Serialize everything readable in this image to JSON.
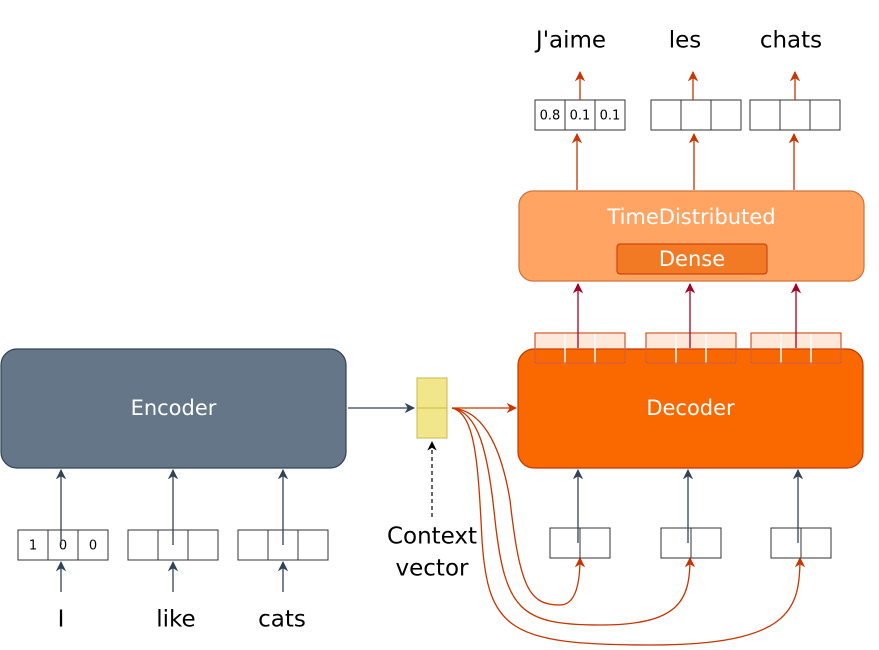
{
  "colors": {
    "encoder_fill": "#647687",
    "encoder_stroke": "#314354",
    "decoder_fill": "#fa6800",
    "decoder_stroke": "#c73500",
    "timedist_fill": "#ffa463",
    "timedist_stroke": "#d0733a",
    "dense_fill": "#f27a25",
    "context_fill": "#f2e68a",
    "context_stroke": "#c8b84a",
    "arrow_dark": "#314354",
    "arrow_orange": "#c73500",
    "arrow_red": "#a20025"
  },
  "encoder": {
    "label": "Encoder",
    "inputs": [
      {
        "word": "I",
        "cells": [
          "1",
          "0",
          "0"
        ]
      },
      {
        "word": "like",
        "cells": [
          "",
          "",
          ""
        ]
      },
      {
        "word": "cats",
        "cells": [
          "",
          "",
          ""
        ]
      }
    ]
  },
  "context": {
    "label_line1": "Context",
    "label_line2": "vector"
  },
  "decoder": {
    "label": "Decoder",
    "outputs_cells": [
      [
        "",
        "",
        ""
      ],
      [
        "",
        "",
        ""
      ],
      [
        "",
        "",
        ""
      ]
    ],
    "inputs_cells": [
      [
        "",
        ""
      ],
      [
        "",
        ""
      ],
      [
        "",
        ""
      ]
    ]
  },
  "time_distributed": {
    "label": "TimeDistributed",
    "dense_label": "Dense"
  },
  "output": {
    "words": [
      "J'aime",
      "les",
      "chats"
    ],
    "cells": [
      [
        "0.8",
        "0.1",
        "0.1"
      ],
      [
        "",
        "",
        ""
      ],
      [
        "",
        "",
        ""
      ]
    ]
  }
}
